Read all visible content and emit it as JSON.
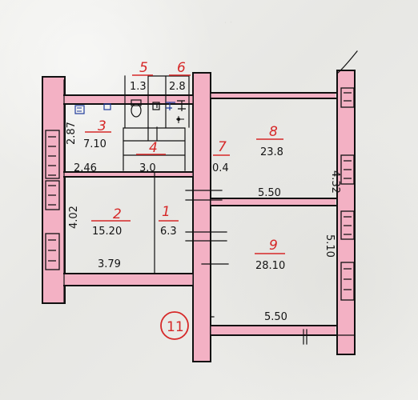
{
  "plan": {
    "rooms": [
      {
        "id": "1",
        "area": "6.3"
      },
      {
        "id": "2",
        "area": "15.20"
      },
      {
        "id": "3",
        "area": "7.10"
      },
      {
        "id": "4",
        "area": "3.0"
      },
      {
        "id": "5",
        "area": "1.3"
      },
      {
        "id": "6",
        "area": "2.8"
      },
      {
        "id": "7",
        "area": "0.4"
      },
      {
        "id": "8",
        "area": "23.8"
      },
      {
        "id": "9",
        "area": "28.10"
      }
    ],
    "dimensions": {
      "room3_height": "2.87",
      "room3_width": "2.46",
      "room2_height": "4.02",
      "room2_width": "3.79",
      "room8_height": "4.32",
      "room8_width": "5.50",
      "room9_height": "5.10",
      "room9_width": "5.50"
    },
    "apartment_number": "11"
  }
}
